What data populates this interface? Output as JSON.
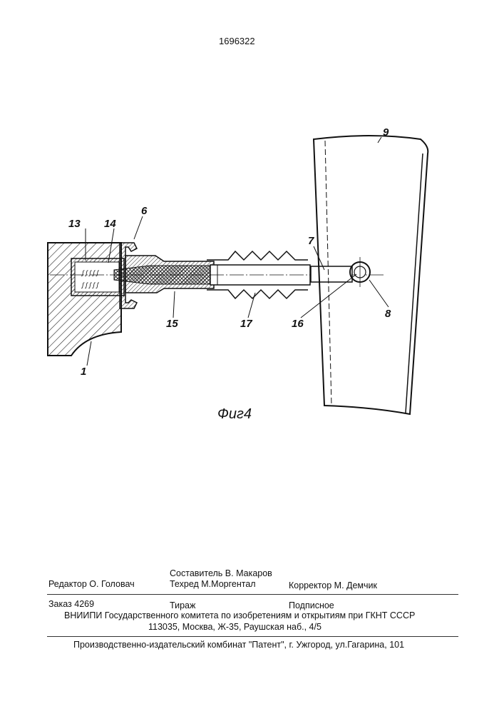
{
  "header": {
    "patent_number": "1696322"
  },
  "figure": {
    "caption": "Фиг4",
    "labels": {
      "l1": "1",
      "l6": "6",
      "l7": "7",
      "l8": "8",
      "l9": "9",
      "l13": "13",
      "l14": "14",
      "l15": "15",
      "l16": "16",
      "l17": "17"
    }
  },
  "footer": {
    "editor": "Редактор  О. Головач",
    "compiler": "Составитель  В. Макаров",
    "techred": "Техред М.Моргентал",
    "corrector": "Корректор  М. Демчик",
    "order": "Заказ  4269",
    "circulation": "Тираж",
    "subscription": "Подписное",
    "org": "ВНИИПИ Государственного комитета по изобретениям и открытиям при ГКНТ СССР",
    "address": "113035, Москва, Ж-35, Раушская наб., 4/5",
    "publisher": "Производственно-издательский комбинат \"Патент\", г. Ужгород, ул.Гагарина, 101"
  }
}
